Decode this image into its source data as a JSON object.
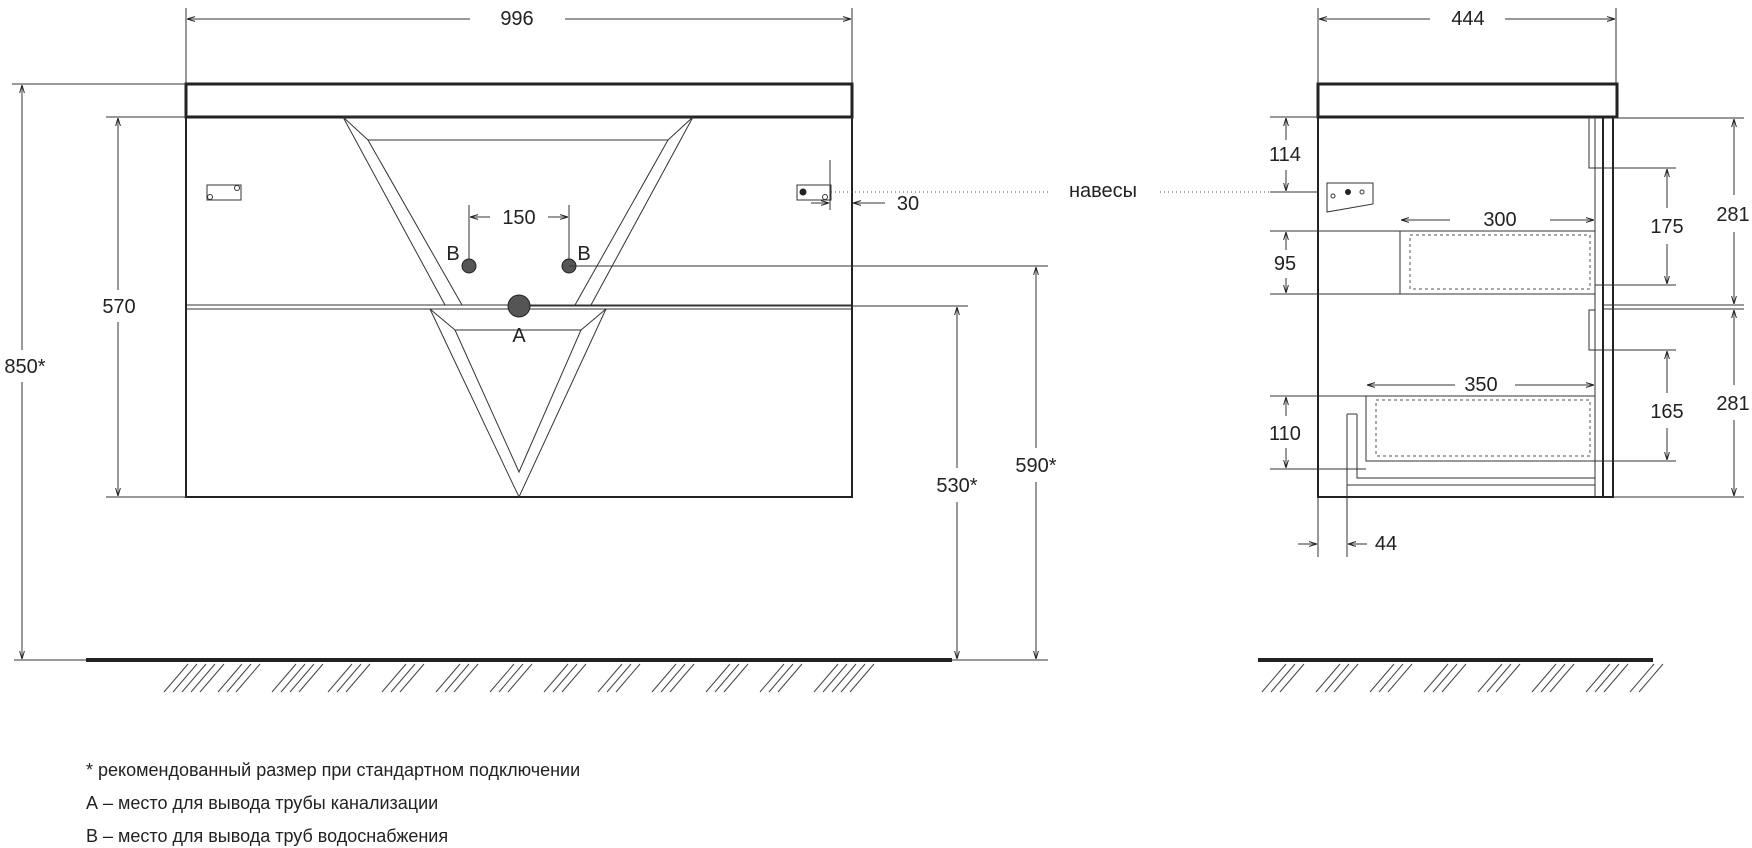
{
  "front_view": {
    "width_label": "996",
    "height_total_label": "850*",
    "body_height_label": "570",
    "pipe_spacing_label": "150",
    "hanger_offset_label": "30",
    "outlet_a_label": "A",
    "inlet_b_left_label": "B",
    "inlet_b_right_label": "B",
    "inlet_height_label": "590*",
    "outlet_height_label": "530*"
  },
  "hangers_label": "навесы",
  "side_view": {
    "depth_label": "444",
    "hanger_top_label": "114",
    "upper_drawer_depth_label": "300",
    "upper_drawer_height_label": "95",
    "upper_front_label": "281",
    "upper_gap_label": "175",
    "lower_drawer_depth_label": "350",
    "lower_drawer_height_label": "110",
    "lower_front_label": "281",
    "lower_gap_label": "165",
    "plinth_label": "44"
  },
  "notes": [
    "* рекомендованный размер при стандартном подключении",
    "А – место для вывода трубы канализации",
    "В – место для вывода труб водоснабжения"
  ]
}
